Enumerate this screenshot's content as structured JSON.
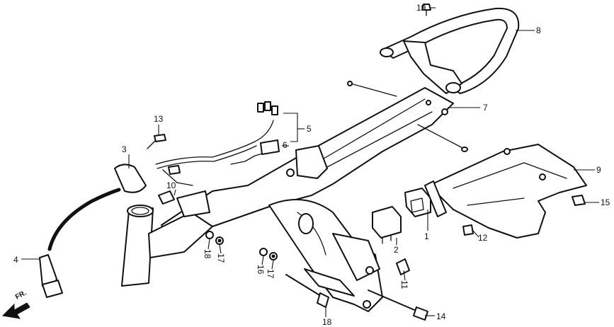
{
  "diagram": {
    "direction_label": "FR.",
    "callouts": {
      "c1": "1",
      "c2": "2",
      "c3": "3",
      "c4": "4",
      "c5": "5",
      "c6": "6",
      "c7": "7",
      "c8": "8",
      "c9": "9",
      "c10": "10",
      "c11": "11",
      "c12": "12",
      "c13": "13",
      "c14": "14",
      "c15": "15",
      "c16": "16",
      "c17a": "17",
      "c17b": "17",
      "c18a": "18",
      "c18b": "18",
      "c19": "19"
    }
  }
}
